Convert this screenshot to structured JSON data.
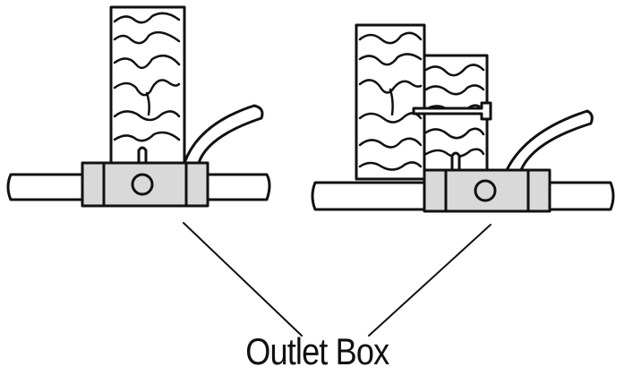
{
  "caption": {
    "text": "Outlet Box"
  },
  "colors": {
    "outline": "#111111",
    "box_fill": "#d9d9d9",
    "background": "#ffffff"
  },
  "icons": {
    "left_figure": "outlet-box-on-stud",
    "right_figure": "outlet-box-on-stud-with-spacer-block"
  }
}
